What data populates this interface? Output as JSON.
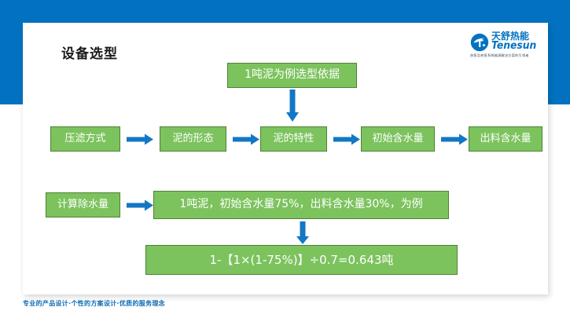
{
  "slide": {
    "title": "设备选型",
    "footer": "专业的产品设计·个性的方案设计·优质的服务理念"
  },
  "brand": {
    "name_cn": "天舒热能",
    "name_en": "Tenesun",
    "tagline": "热泵及热泵系统能源解决方案的引领者",
    "blue": "#0272c0",
    "green": "#7cc35e",
    "green_border": "#4e8234"
  },
  "flow": {
    "header_box": "1吨泥为例选型依据",
    "row1": [
      {
        "label": "压滤方式"
      },
      {
        "label": "泥的形态"
      },
      {
        "label": "泥的特性"
      },
      {
        "label": "初始含水量"
      },
      {
        "label": "出料含水量"
      }
    ],
    "row2": [
      {
        "label": "计算除水量"
      },
      {
        "label": "1吨泥，初始含水量75%，出料含水量30%，为例"
      }
    ],
    "result": "1-【1×(1-75%)】÷0.7=0.643吨"
  }
}
